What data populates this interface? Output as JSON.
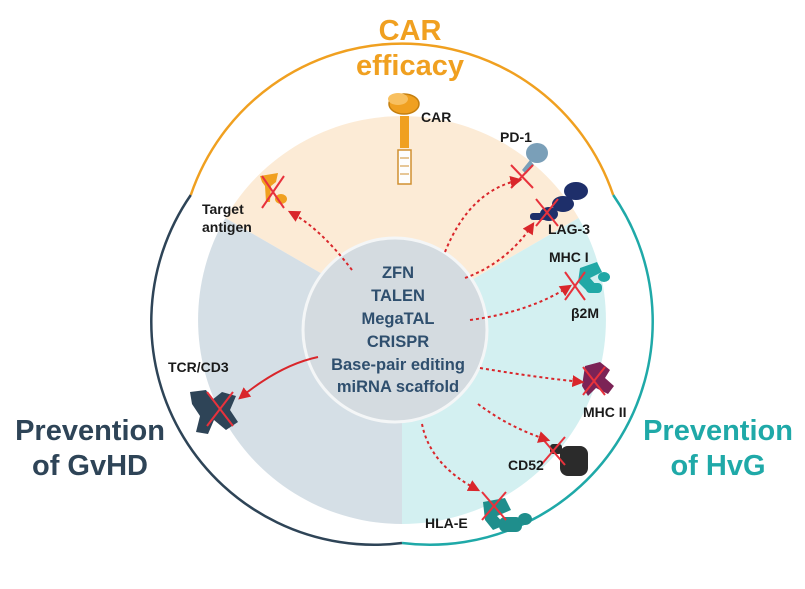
{
  "sections": {
    "top": {
      "line1": "CAR",
      "line2": "efficacy",
      "color": "#f0a020"
    },
    "left": {
      "line1": "Prevention",
      "line2": "of GvHD",
      "color": "#2e4457"
    },
    "right": {
      "line1": "Prevention",
      "line2": "of HvG",
      "color": "#1fa9a8"
    }
  },
  "center_methods": [
    "ZFN",
    "TALEN",
    "MegaTAL",
    "CRISPR",
    "Base-pair editing",
    "miRNA scaffold"
  ],
  "targets": {
    "car": "CAR",
    "target_antigen_1": "Target",
    "target_antigen_2": "antigen",
    "pd1": "PD-1",
    "lag3": "LAG-3",
    "mhc1": "MHC I",
    "b2m": "β2M",
    "tcr_cd3": "TCR/CD3",
    "mhc2": "MHC II",
    "cd52": "CD52",
    "hla_e": "HLA-E"
  },
  "colors": {
    "sector_top": "#fcebd6",
    "sector_left": "#d5dfe6",
    "sector_right": "#d3f0f1",
    "arrow_red": "#d9262b",
    "knockout_cross": "#e8323c"
  }
}
